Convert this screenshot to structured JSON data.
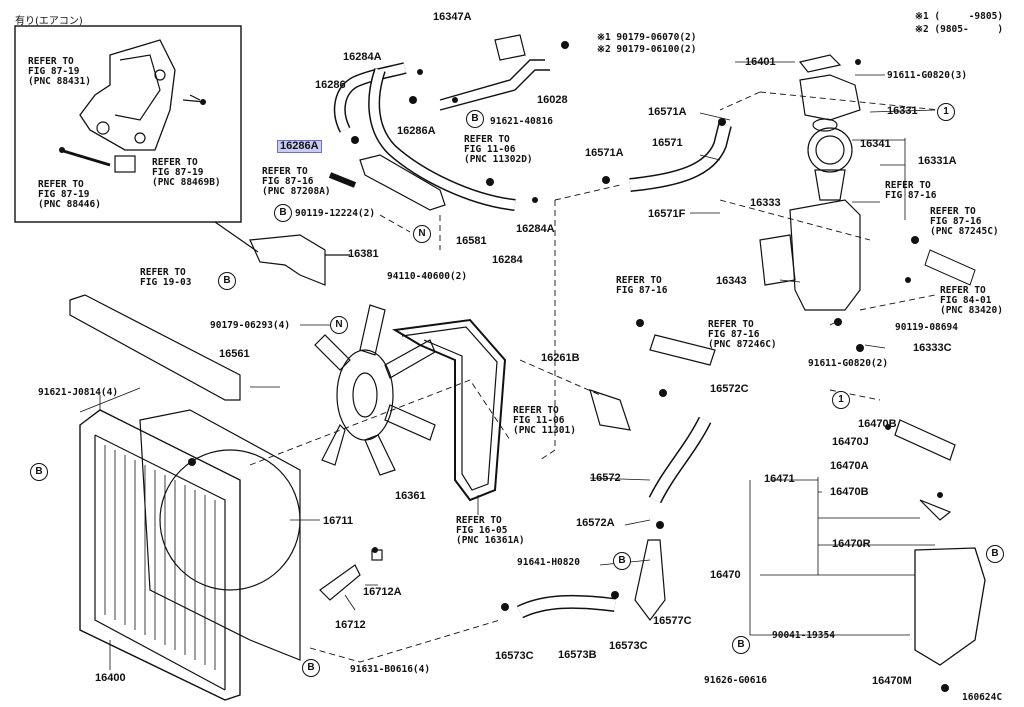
{
  "inset": {
    "title": "有り(エアコン)",
    "notes": [
      "REFER TO\nFIG 87-19\n(PNC 88431)",
      "REFER TO\nFIG 87-19\n(PNC 88469B)",
      "REFER TO\nFIG 87-19\n(PNC 88446)"
    ]
  },
  "legend": {
    "line1": "※1 (     -9805)",
    "line2": "※2 (9805-     )"
  },
  "labels": {
    "l16347A": "16347A",
    "l90179_06070": "※1 90179-06070(2)",
    "l90179_06100": "※2 90179-06100(2)",
    "l16284A_top": "16284A",
    "l16286": "16286",
    "l16286A_hl": "16286A",
    "l16286A": "16286A",
    "l16028": "16028",
    "l91621_40816": "91621-40816",
    "l90119_12224": "90119-12224(2)",
    "l16581": "16581",
    "l16284A_mid": "16284A",
    "l16284": "16284",
    "l94110": "94110-40600(2)",
    "l16381": "16381",
    "l16401": "16401",
    "l91611_G0820_3": "91611-G0820(3)",
    "l16571A_1": "16571A",
    "l16331": "16331",
    "l16571A_2": "16571A",
    "l16571": "16571",
    "l16341": "16341",
    "l16331A": "16331A",
    "l16571F": "16571F",
    "l16333": "16333",
    "l16343": "16343",
    "l90119_08694": "90119-08694",
    "l91611_G0820_2": "91611-G0820(2)",
    "l16333C": "16333C",
    "l90179_06293": "90179-06293(4)",
    "l16561": "16561",
    "l91621_J0814": "91621-J0814(4)",
    "l16261B": "16261B",
    "l16572C": "16572C",
    "l16470B_1": "16470B",
    "l16470J": "16470J",
    "l16470A": "16470A",
    "l16471": "16471",
    "l16470B_2": "16470B",
    "l16470R": "16470R",
    "l16470": "16470",
    "l90041_19354": "90041-19354",
    "l91626_G0616": "91626-G0616",
    "l16470M": "16470M",
    "l16361": "16361",
    "l16572": "16572",
    "l16711": "16711",
    "l16572A": "16572A",
    "l91641_H0820": "91641-H0820",
    "l16712A": "16712A",
    "l16712": "16712",
    "l16577C": "16577C",
    "l16573C_1": "16573C",
    "l16573B": "16573B",
    "l16573C_2": "16573C",
    "l91631_B0616": "91631-B0616(4)",
    "l16400": "16400",
    "ill_code": "160624C"
  },
  "notes": {
    "n_87_16_87208A": "REFER TO\nFIG 87-16\n(PNC 87208A)",
    "n_11_06_11302D": "REFER TO\nFIG 11-06\n(PNC 11302D)",
    "n_19_03": "REFER TO\nFIG 19-03",
    "n_87_16_a": "REFER TO\nFIG 87-16",
    "n_87_16_87245C": "REFER TO\nFIG 87-16\n(PNC 87245C)",
    "n_87_16_b": "REFER TO\nFIG 87-16",
    "n_87_16_87246C": "REFER TO\nFIG 87-16\n(PNC 87246C)",
    "n_84_01_83420": "REFER TO\nFIG 84-01\n(PNC 83420)",
    "n_11_06_11301": "REFER TO\nFIG 11-06\n(PNC 11301)",
    "n_16_05_16361A": "REFER TO\nFIG 16-05\n(PNC 16361A)"
  },
  "markers": {
    "B": "B",
    "N": "N",
    "one": "1"
  },
  "colors": {
    "highlight": "#c9ccf4",
    "line": "#111111"
  }
}
